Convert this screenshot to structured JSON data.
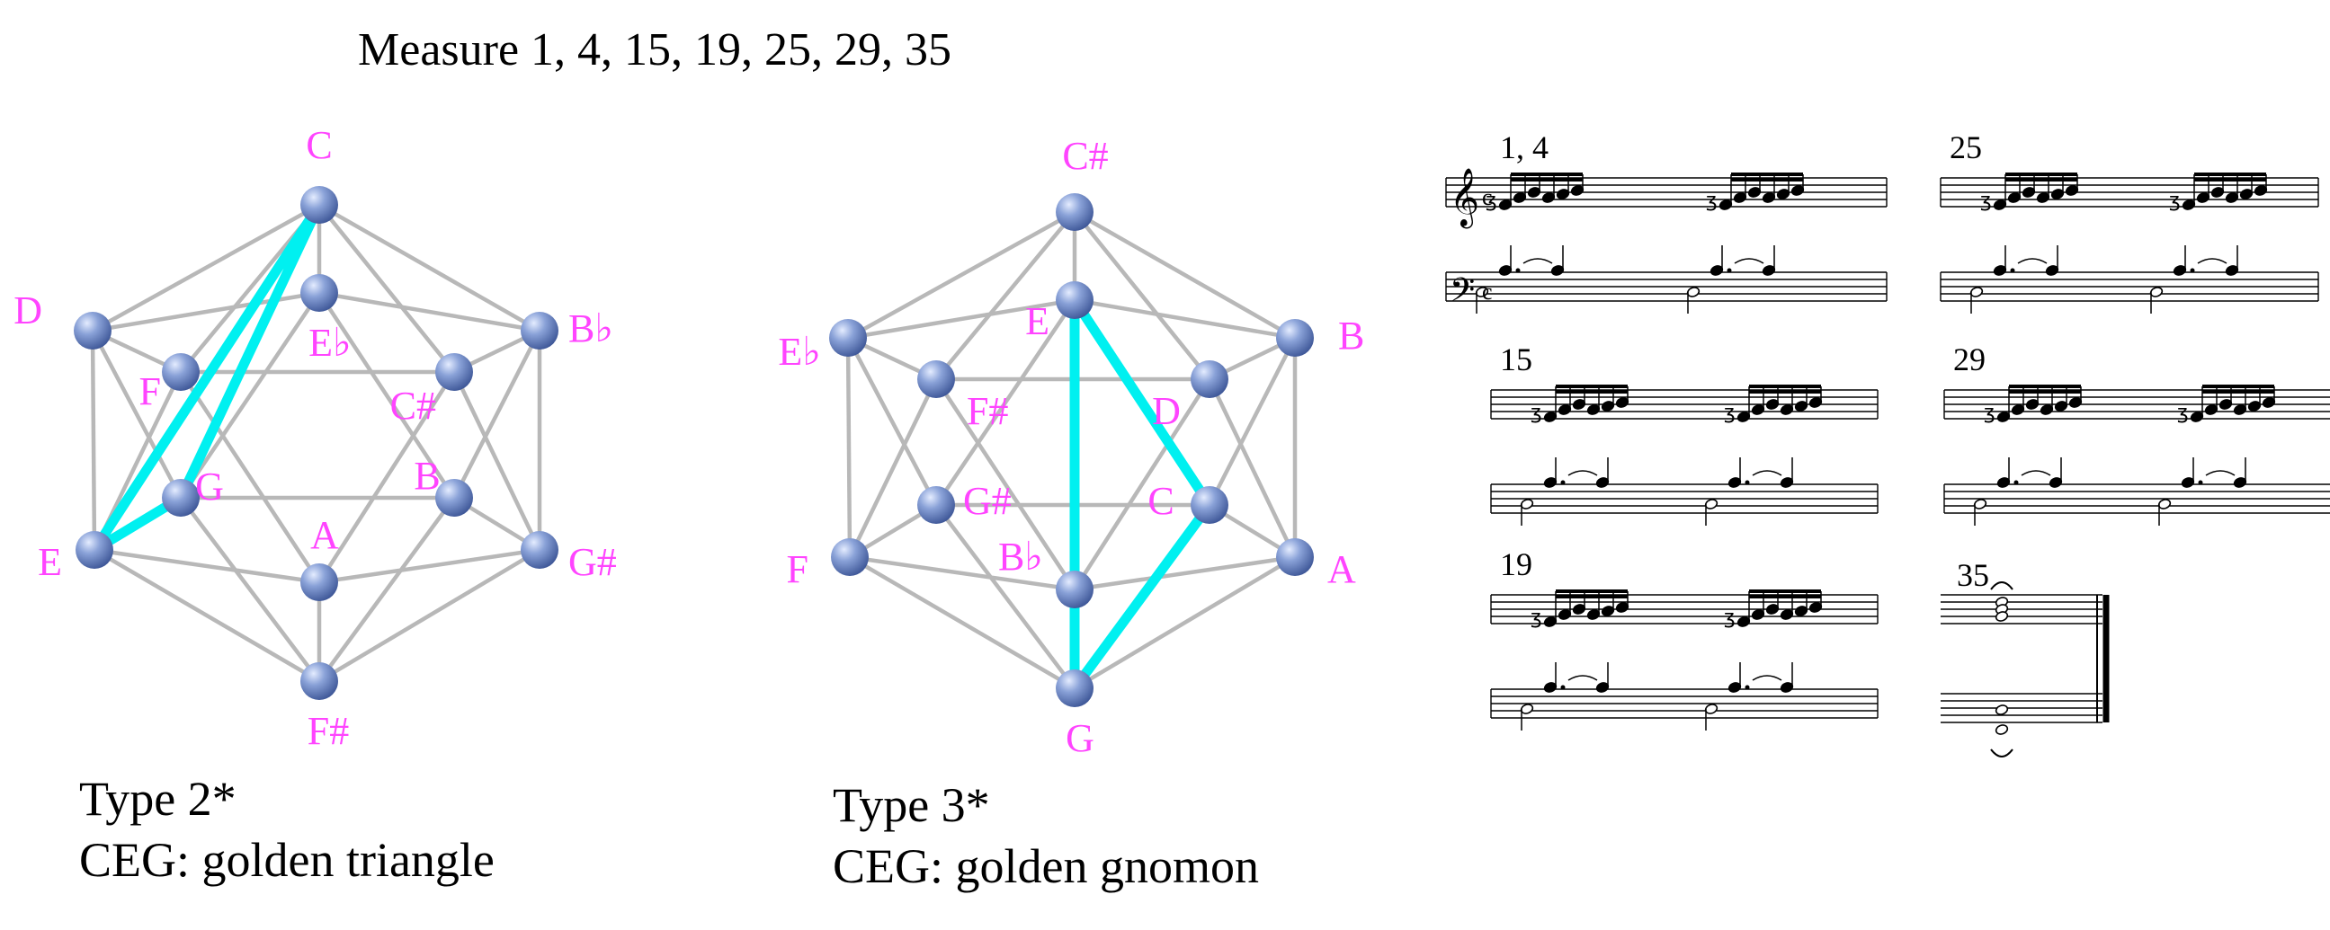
{
  "title": "Measure 1, 4, 15, 19, 25, 29, 35",
  "colors": {
    "label": "#ff44ff",
    "highlight": "#00f0f0",
    "edge": "#b8b8b8",
    "node": "#6b86c4"
  },
  "diagrams": [
    {
      "type_label": "Type 2*",
      "caption": "CEG: golden triangle",
      "vertex_labels": {
        "top": "C",
        "upper_left": "D",
        "upper_right": "B♭",
        "lower_left": "E",
        "lower_right": "G#",
        "bottom": "F#",
        "inner_top": "E♭",
        "inner_upper_left": "F",
        "inner_upper_right": "C#",
        "inner_lower_left": "G",
        "inner_lower_right": "B",
        "inner_bottom": "A"
      },
      "highlighted_notes": [
        "C",
        "E",
        "G"
      ]
    },
    {
      "type_label": "Type 3*",
      "caption": "CEG: golden gnomon",
      "vertex_labels": {
        "top": "C#",
        "upper_left": "E♭",
        "upper_right": "B",
        "lower_left": "F",
        "lower_right": "A",
        "bottom": "G",
        "inner_top": "E",
        "inner_upper_left": "F#",
        "inner_upper_right": "D",
        "inner_lower_left": "G#",
        "inner_lower_right": "C",
        "inner_bottom": "B♭"
      },
      "highlighted_notes": [
        "C",
        "E",
        "G"
      ]
    }
  ],
  "score": {
    "measures": [
      {
        "number": "1, 4"
      },
      {
        "number": "25"
      },
      {
        "number": "15"
      },
      {
        "number": "29"
      },
      {
        "number": "19"
      },
      {
        "number": "35"
      }
    ]
  }
}
